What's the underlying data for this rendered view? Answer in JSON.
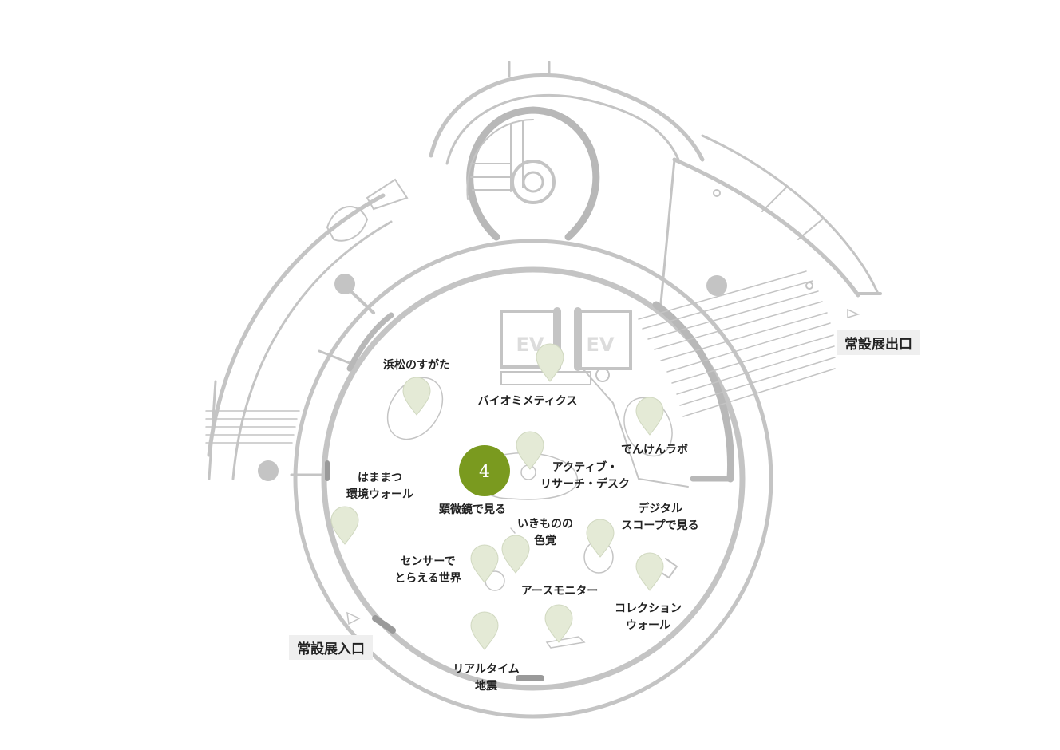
{
  "colors": {
    "wall": "#c4c4c4",
    "pin": "#e4ead6",
    "pin_stroke": "#d0d8c0",
    "active": "#7a9a1f"
  },
  "gates": {
    "exit_label": "常設展出口",
    "entrance_label": "常設展入口"
  },
  "elevators": [
    "EV",
    "EV"
  ],
  "active_marker": {
    "number": "4",
    "label": "顕微鏡で見る"
  },
  "exhibits": [
    {
      "id": "hamamatsu-sugata",
      "lines": [
        "浜松のすがた"
      ]
    },
    {
      "id": "biomimetics",
      "lines": [
        "バイオミメティクス"
      ]
    },
    {
      "id": "denken-lab",
      "lines": [
        "でんけんラボ"
      ]
    },
    {
      "id": "active-research-desk",
      "lines": [
        "アクティブ・",
        "リサーチ・デスク"
      ]
    },
    {
      "id": "hamamatsu-env-wall",
      "lines": [
        "はままつ",
        "環境ウォール"
      ]
    },
    {
      "id": "ikimono-shikikaku",
      "lines": [
        "いきものの",
        "色覚"
      ]
    },
    {
      "id": "digital-scope",
      "lines": [
        "デジタル",
        "スコープで見る"
      ]
    },
    {
      "id": "sensor-world",
      "lines": [
        "センサーで",
        "とらえる世界"
      ]
    },
    {
      "id": "earth-monitor",
      "lines": [
        "アースモニター"
      ]
    },
    {
      "id": "collection-wall",
      "lines": [
        "コレクション",
        "ウォール"
      ]
    },
    {
      "id": "realtime-quake",
      "lines": [
        "リアルタイム",
        "地震"
      ]
    }
  ]
}
